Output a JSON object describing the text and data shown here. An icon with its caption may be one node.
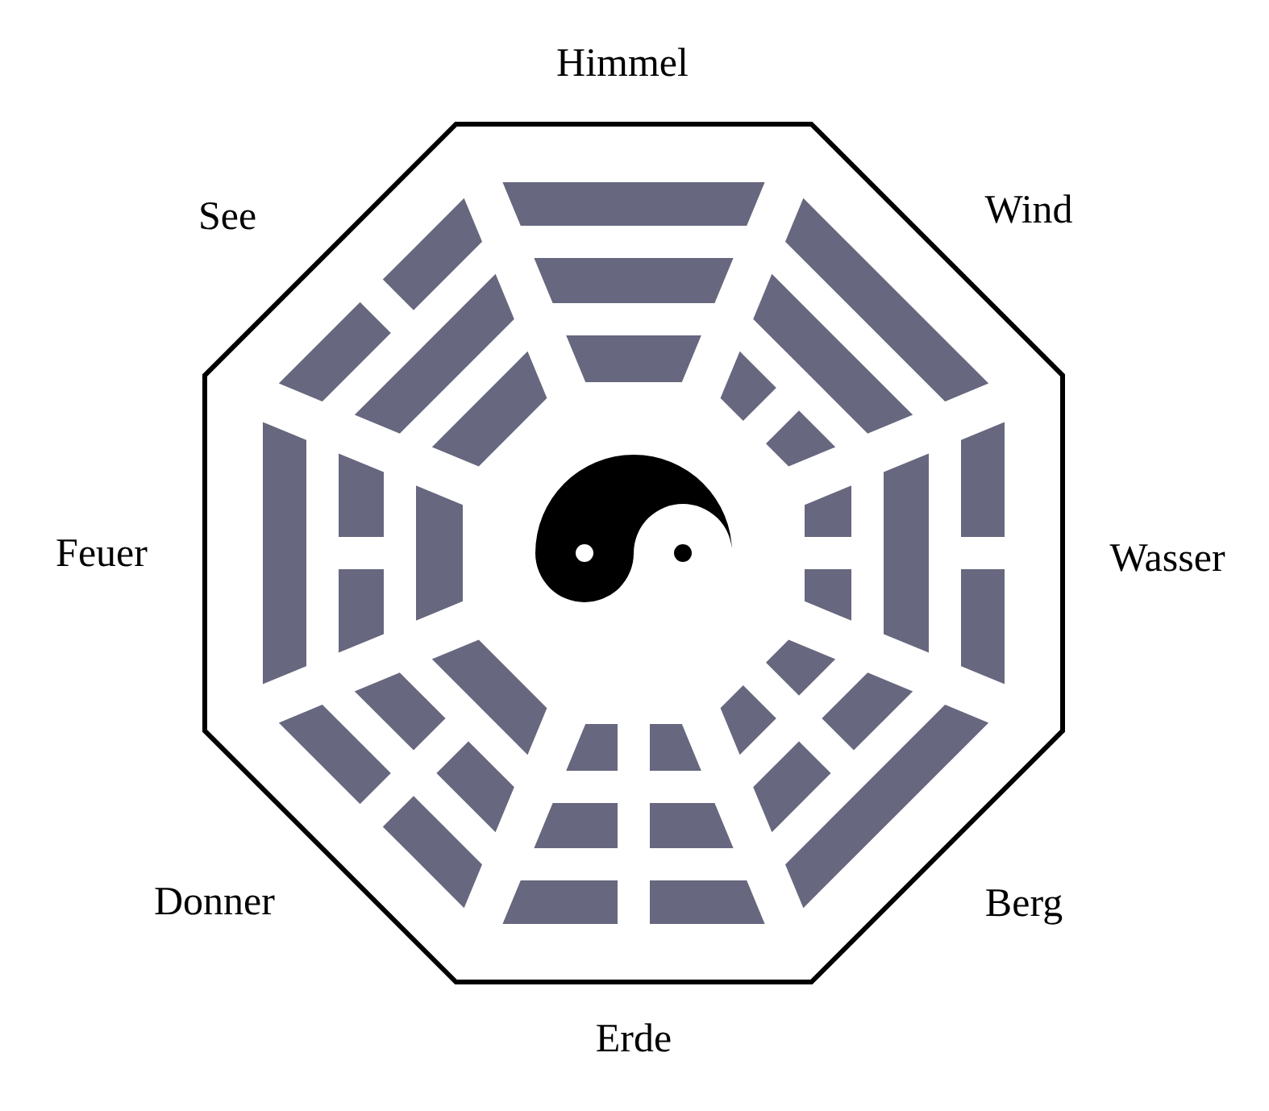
{
  "diagram": {
    "labels": [
      "Himmel",
      "See",
      "Wind",
      "Feuer",
      "Wasser",
      "Donner",
      "Berg",
      "Erde"
    ]
  }
}
